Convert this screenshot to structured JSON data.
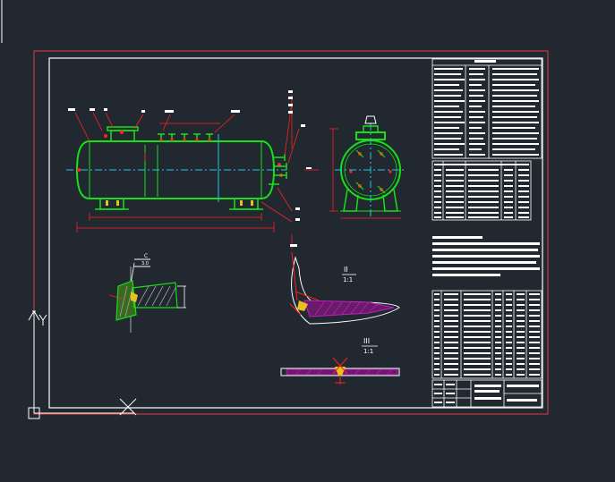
{
  "colors": {
    "background": "#212830",
    "sheet_border": "#e04040",
    "frame": "#ffffff",
    "vessel": "#18e018",
    "centerline": "#1ec8e8",
    "dimension": "#ff2020",
    "hatch": "#c020c0",
    "weld": "#e8c020",
    "text": "#ffffff"
  },
  "views": {
    "detail_2_label": "II",
    "detail_2_scale": "1:1",
    "detail_3_label": "III",
    "detail_3_scale": "1:1",
    "weld_detail_label": "C",
    "weld_detail_sub": "3.0"
  },
  "icons": {
    "ucs": "ucs-axis-icon",
    "cursor": "crosshair-icon"
  }
}
